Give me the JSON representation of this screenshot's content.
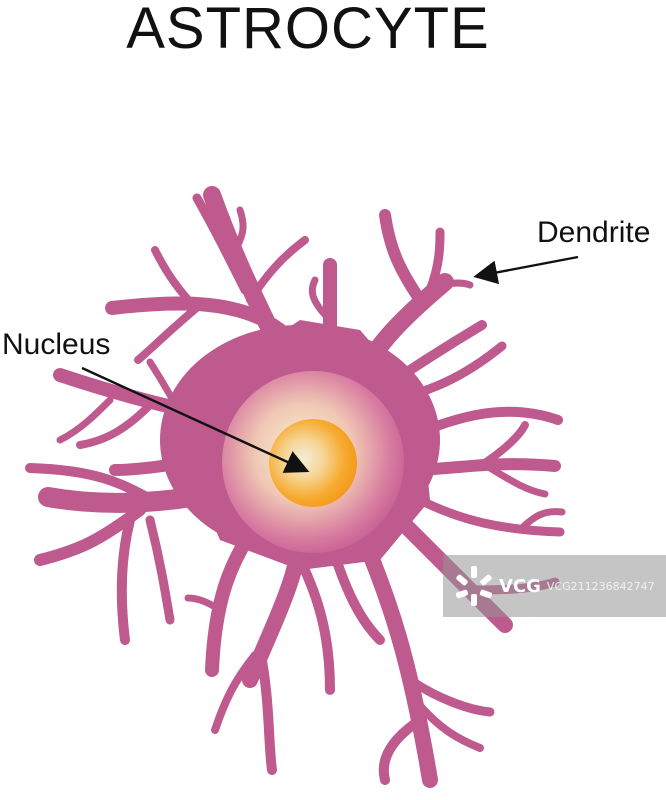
{
  "title": "ASTROCYTE",
  "labels": {
    "nucleus": "Nucleus",
    "dendrite": "Dendrite"
  },
  "colors": {
    "cell_body": "#be5a8e",
    "nucleus_fill": "#f7a428",
    "arrow": "#111111"
  },
  "watermark": {
    "brand": "VCG",
    "id": "VCG211236842747"
  }
}
